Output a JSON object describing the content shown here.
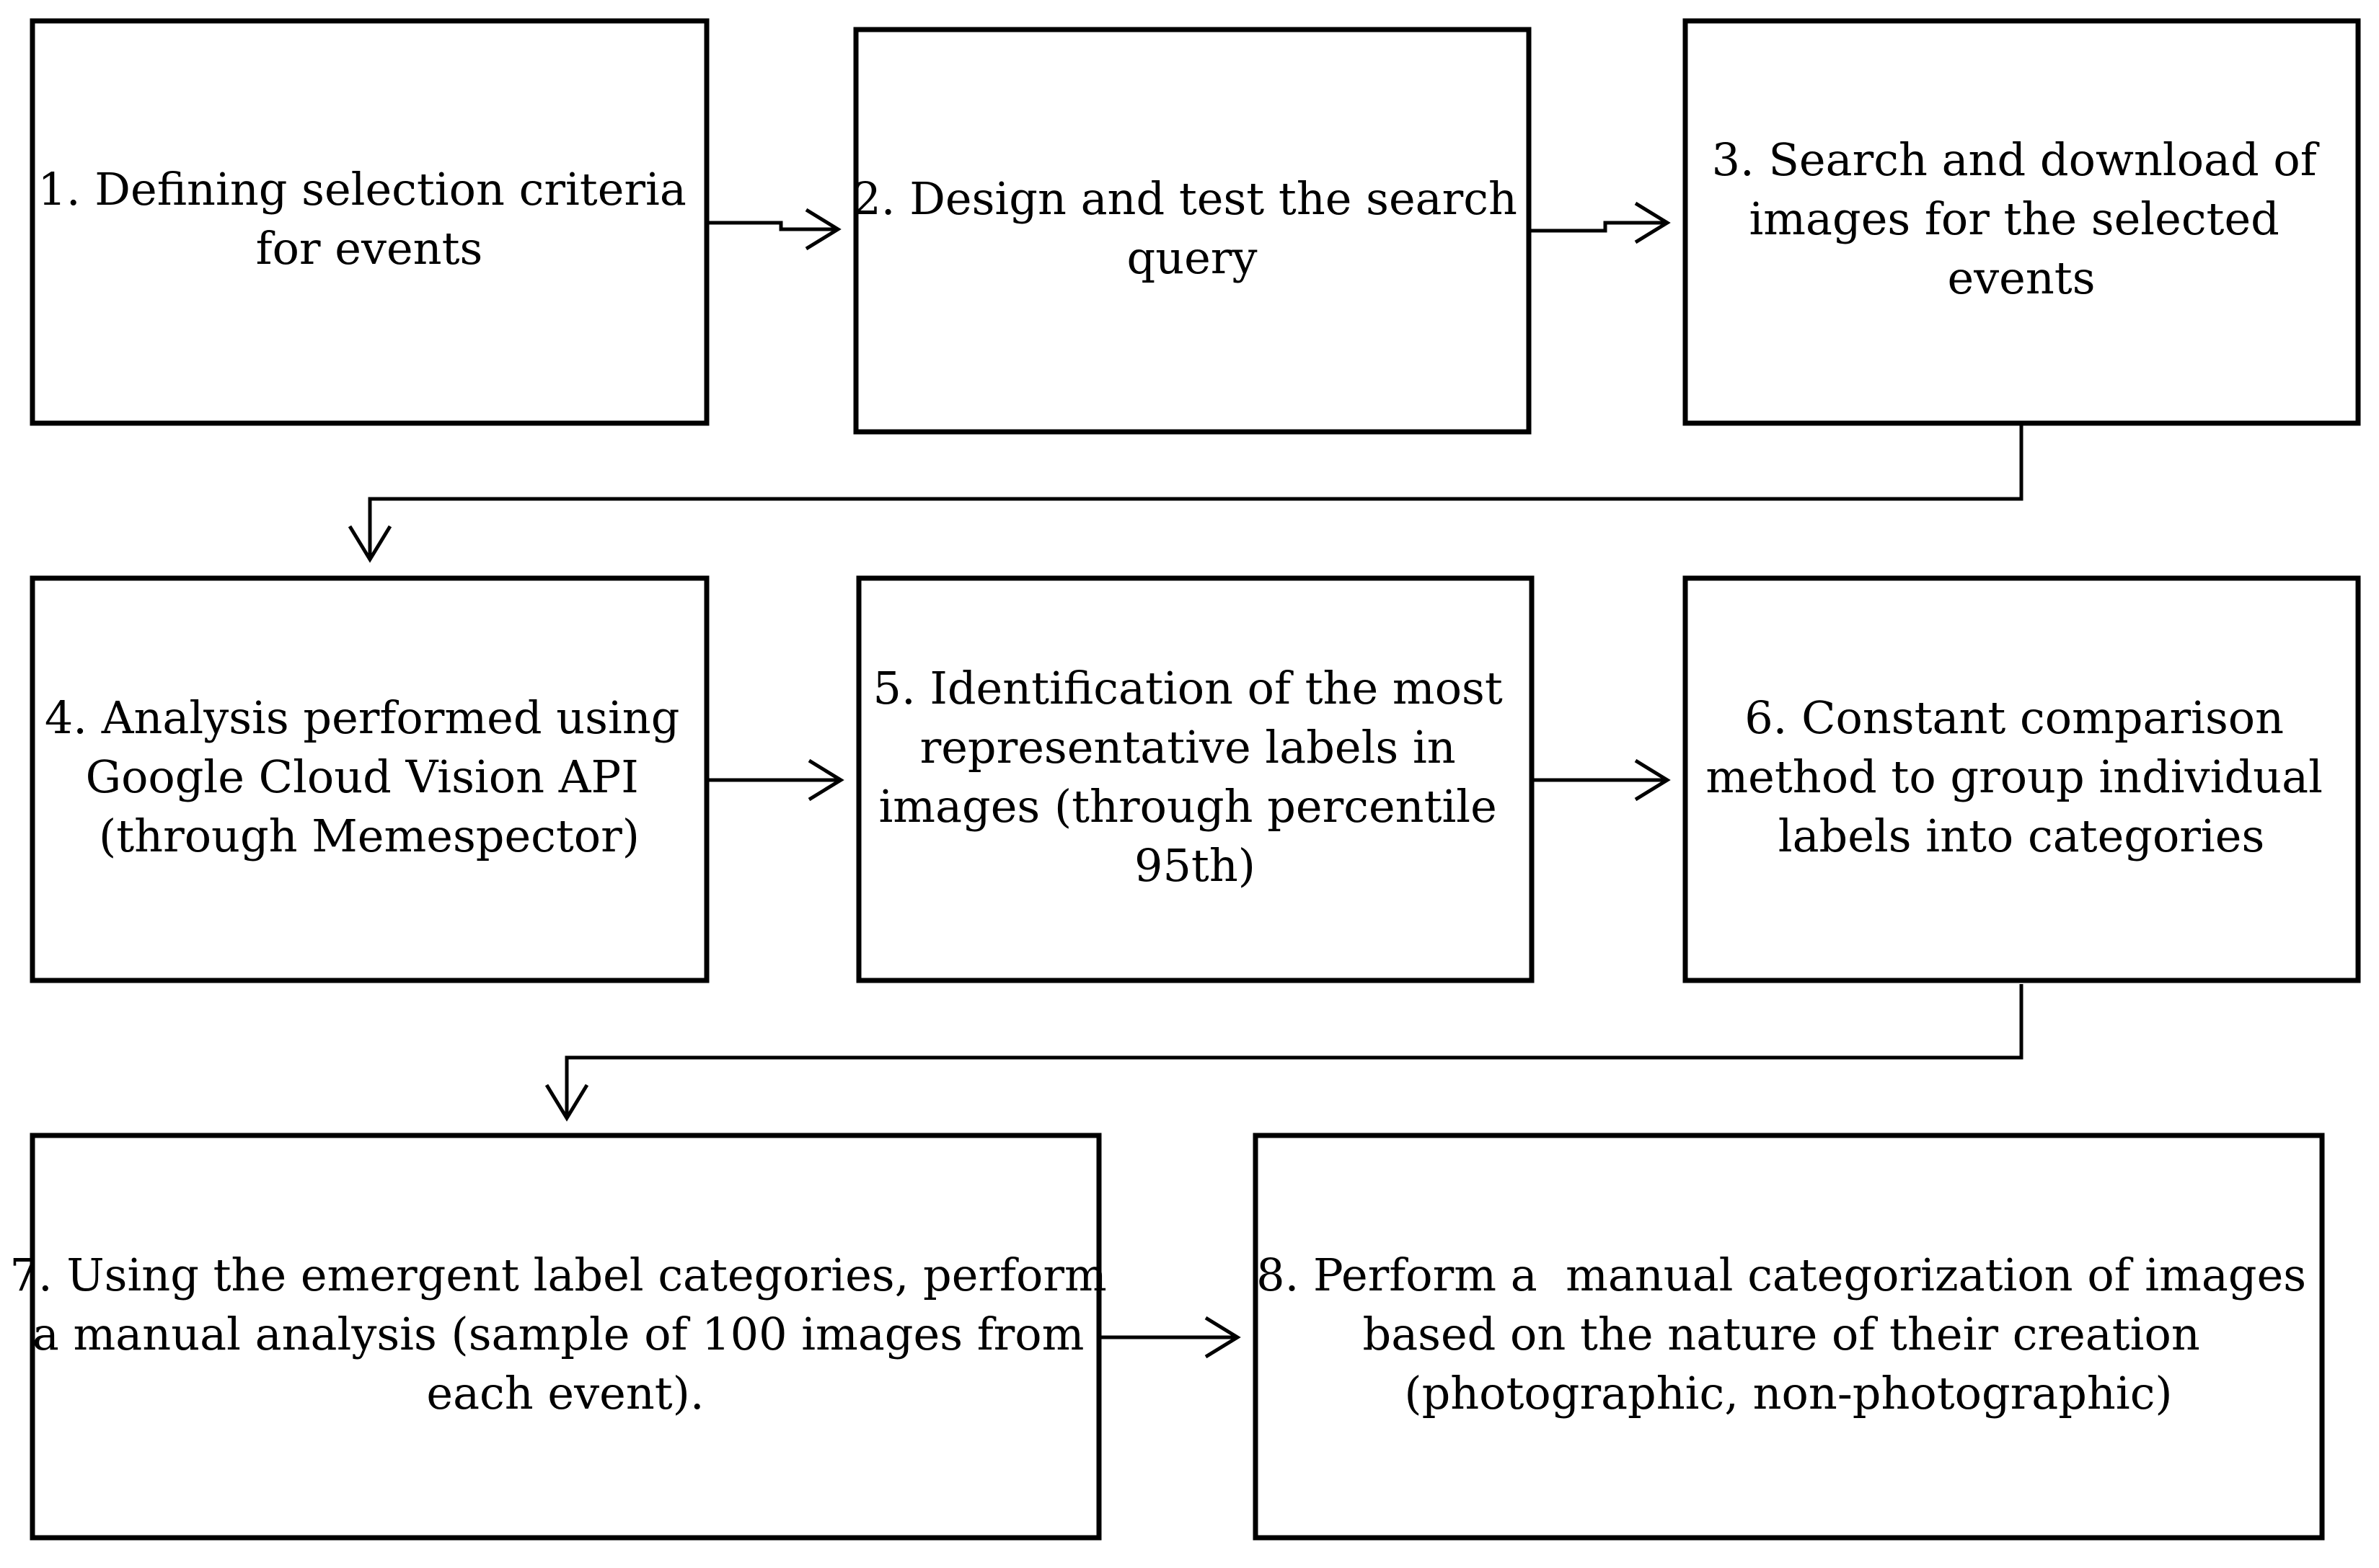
{
  "steps": [
    {
      "id": "step-1",
      "lines": [
        "1. Defining selection criteria",
        "for events"
      ]
    },
    {
      "id": "step-2",
      "lines": [
        "2. Design and test the search",
        "query"
      ]
    },
    {
      "id": "step-3",
      "lines": [
        "3. Search and download of",
        "images for the selected",
        "events"
      ]
    },
    {
      "id": "step-4",
      "lines": [
        "4. Analysis performed using",
        "Google Cloud Vision API",
        "(through Memespector)"
      ]
    },
    {
      "id": "step-5",
      "lines": [
        "5. Identification of the most",
        "representative labels in",
        "images (through percentile",
        "95th)"
      ]
    },
    {
      "id": "step-6",
      "lines": [
        "6. Constant comparison",
        "method to group individual",
        "labels into categories"
      ]
    },
    {
      "id": "step-7",
      "lines": [
        "7. Using the emergent label categories, perform",
        "a manual analysis (sample of 100 images from",
        "each event)."
      ]
    },
    {
      "id": "step-8",
      "lines": [
        "8. Perform a  manual categorization of images",
        "based on the nature of their creation",
        "(photographic, non-photographic)"
      ]
    }
  ],
  "connections": [
    {
      "from": "step-1",
      "to": "step-2"
    },
    {
      "from": "step-2",
      "to": "step-3"
    },
    {
      "from": "step-3",
      "to": "step-4"
    },
    {
      "from": "step-4",
      "to": "step-5"
    },
    {
      "from": "step-5",
      "to": "step-6"
    },
    {
      "from": "step-6",
      "to": "step-7"
    },
    {
      "from": "step-7",
      "to": "step-8"
    }
  ]
}
